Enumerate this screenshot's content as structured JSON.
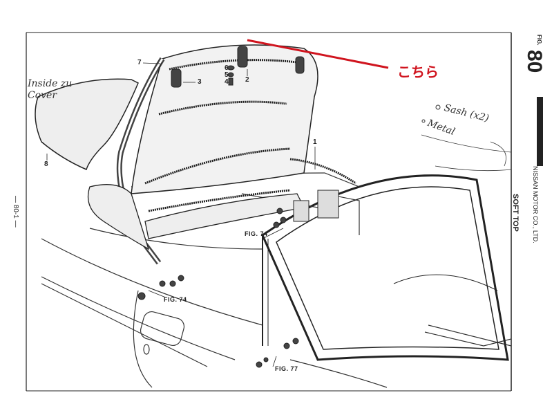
{
  "page": {
    "page_number": "— 80-1 —",
    "figure_label": "FIG.",
    "figure_number": "80",
    "section_title": "SOFT TOP",
    "publisher": "NISSAN MOTOR CO., LTD."
  },
  "annotation": {
    "callout_text": "こちら",
    "callout_color": "#d0141e"
  },
  "part_numbers": [
    "1",
    "2",
    "3",
    "4",
    "5",
    "6",
    "7",
    "8"
  ],
  "figure_refs": {
    "ref_a": "FIG. 74",
    "ref_b": "FIG. 74",
    "ref_c": "FIG. 77"
  },
  "handwritten_notes": [
    "Inside zu Cover",
    "Sash (x2)",
    "Metal"
  ]
}
